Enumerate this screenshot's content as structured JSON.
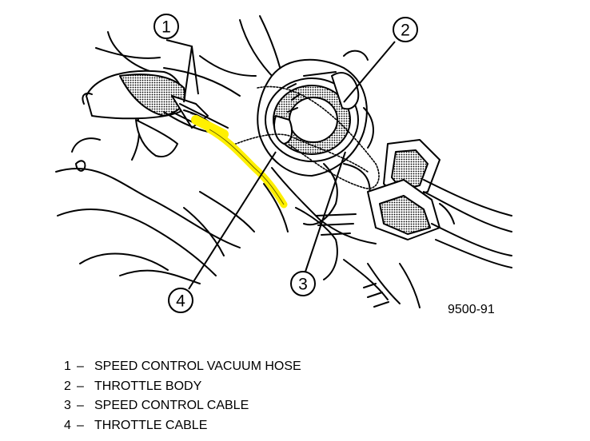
{
  "figure_id": "9500-91",
  "callouts": [
    {
      "number": "1"
    },
    {
      "number": "2"
    },
    {
      "number": "3"
    },
    {
      "number": "4"
    }
  ],
  "legend": [
    {
      "number": "1",
      "dash": "–",
      "label": "SPEED CONTROL VACUUM HOSE"
    },
    {
      "number": "2",
      "dash": "–",
      "label": "THROTTLE BODY"
    },
    {
      "number": "3",
      "dash": "–",
      "label": "SPEED CONTROL CABLE"
    },
    {
      "number": "4",
      "dash": "–",
      "label": "THROTTLE CABLE"
    }
  ],
  "colors": {
    "line_art": "#000000",
    "highlight": "#fff000",
    "background": "#ffffff"
  }
}
